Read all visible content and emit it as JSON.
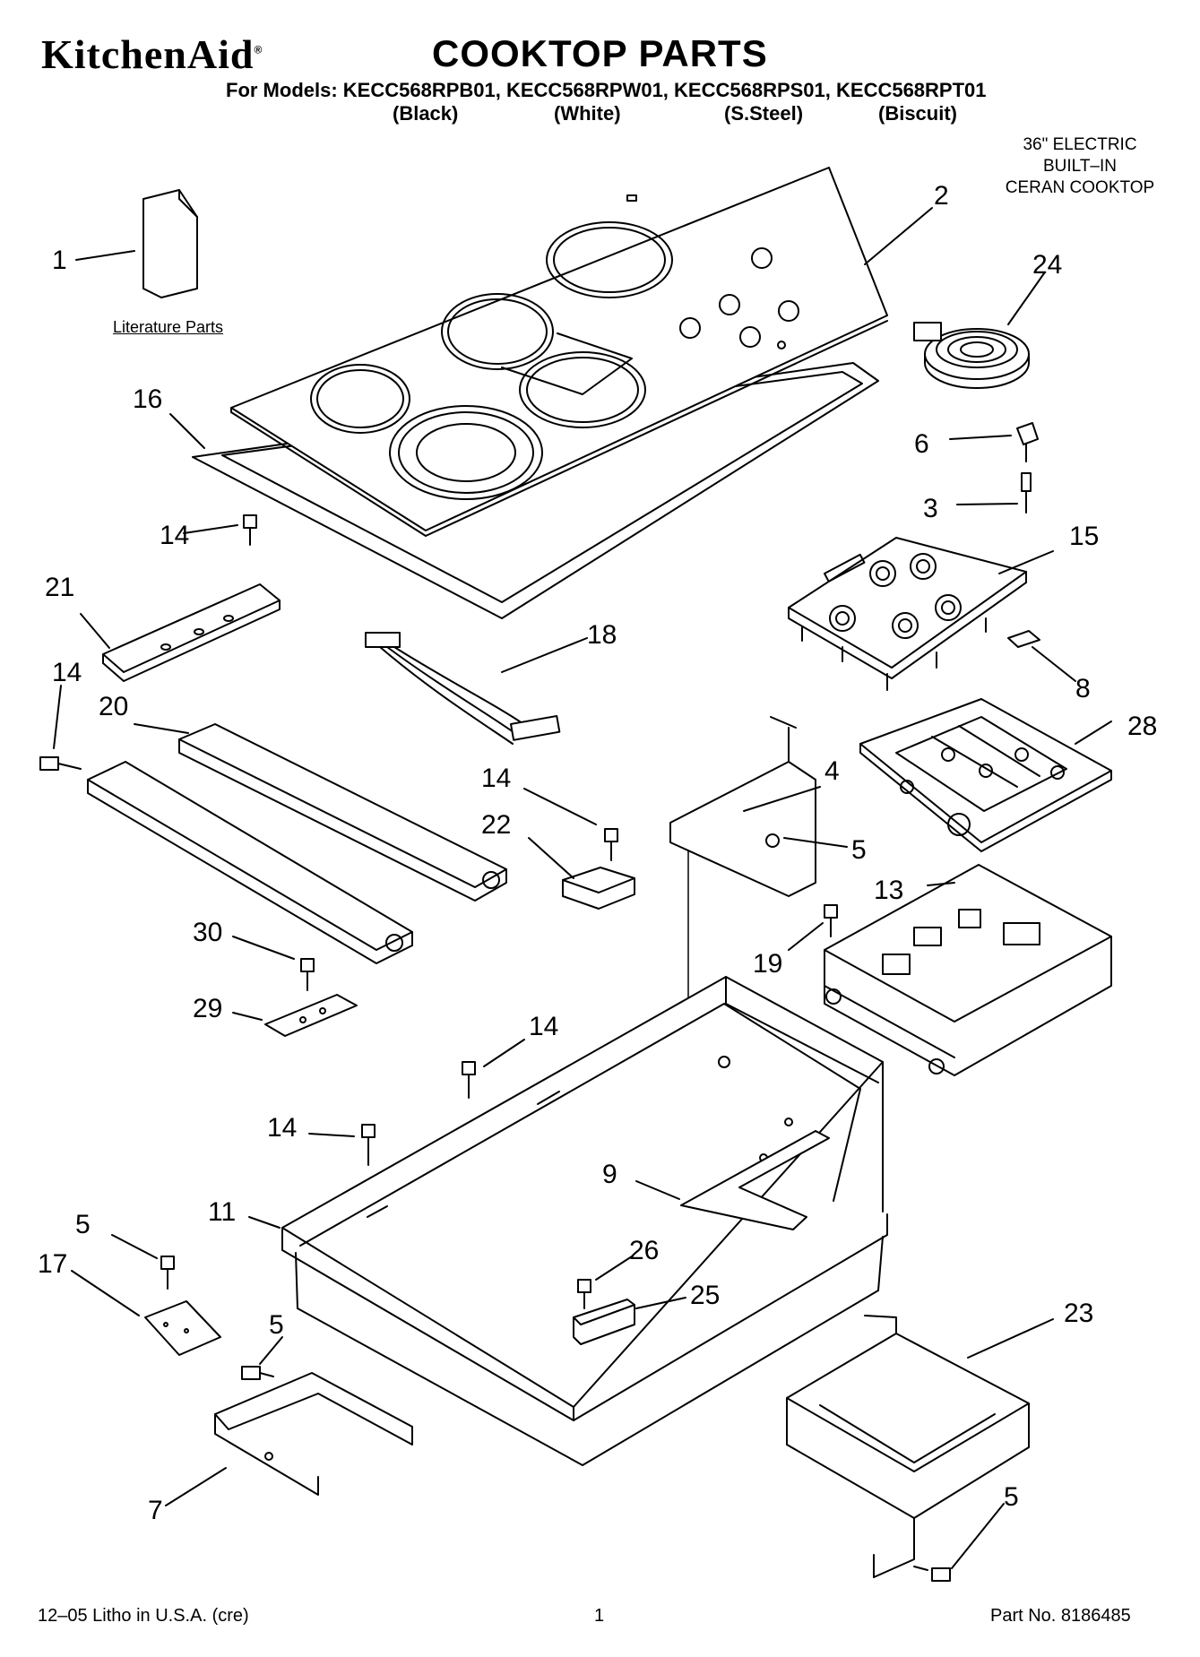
{
  "header": {
    "brand": "KitchenAid",
    "brand_mark": "®",
    "title": "COOKTOP PARTS",
    "models_line": "For Models: KECC568RPB01, KECC568RPW01, KECC568RPS01, KECC568RPT01",
    "colors": [
      "(Black)",
      "(White)",
      "(S.Steel)",
      "(Biscuit)"
    ]
  },
  "description": [
    "36\" ELECTRIC",
    "BUILT–IN",
    "CERAN COOKTOP"
  ],
  "literature_label": "Literature Parts",
  "callouts": [
    "1",
    "2",
    "24",
    "16",
    "6",
    "3",
    "14",
    "15",
    "21",
    "18",
    "8",
    "14",
    "20",
    "28",
    "4",
    "14",
    "5",
    "22",
    "13",
    "30",
    "19",
    "29",
    "14",
    "14",
    "9",
    "11",
    "5",
    "26",
    "17",
    "25",
    "5",
    "23",
    "7",
    "5"
  ],
  "footer": {
    "left": "12–05 Litho in U.S.A. (cre)",
    "page": "1",
    "part_no": "Part No. 8186485"
  }
}
